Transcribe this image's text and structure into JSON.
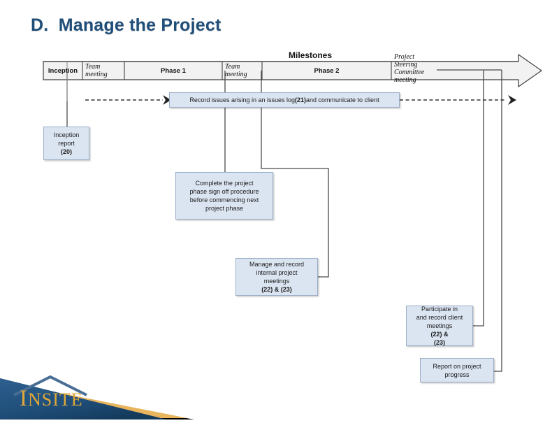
{
  "slide": {
    "title": "D.  Manage the Project",
    "title_color": "#1f4e79",
    "background": "#ffffff"
  },
  "milestone_bar": {
    "heading": "Milestones",
    "fill": "#f2f2f2",
    "border": "#3f3f3f",
    "sections": [
      {
        "label": "Inception",
        "style": "bold"
      },
      {
        "label": "Team\nmeeting",
        "style": "italic"
      },
      {
        "label": "Phase 1",
        "style": "bold"
      },
      {
        "label": "Team\nmeeting",
        "style": "italic"
      },
      {
        "label": "Phase 2",
        "style": "bold"
      },
      {
        "label": "Project\nSteering\nCommittee\nmeeting",
        "style": "italic"
      }
    ]
  },
  "boxes": {
    "issues_log": {
      "text_plain": "Record issues arising in an issues log (21) and communicate to client",
      "pre": "Record issues arising in an issues log ",
      "ref": "(21)",
      "post": " and communicate to client"
    },
    "inception_report": {
      "pre": "Inception\nreport\n",
      "ref": "(20)",
      "post": ""
    },
    "phase_signoff": {
      "pre": "Complete the project\nphase sign off procedure\nbefore commencing next\nproject phase",
      "ref": "",
      "post": ""
    },
    "internal_meetings": {
      "pre": "Manage and record\ninternal project\nmeetings ",
      "ref": "(22) & (23)",
      "post": ""
    },
    "client_meetings": {
      "pre": "Participate in\nand record client\nmeetings ",
      "ref": "(22) &\n(23)",
      "post": ""
    },
    "progress_report": {
      "pre": "Report on project\nprogress",
      "ref": "",
      "post": ""
    }
  },
  "box_style": {
    "fill": "#dbe5f1",
    "border": "#9aaec6"
  },
  "logo": {
    "name_cap": "I",
    "name_rest": "NSITE",
    "banner_blue": "#1f4e79",
    "banner_gold": "#e8b45c",
    "banner_black": "#000000",
    "text_color": "#e0a838"
  }
}
